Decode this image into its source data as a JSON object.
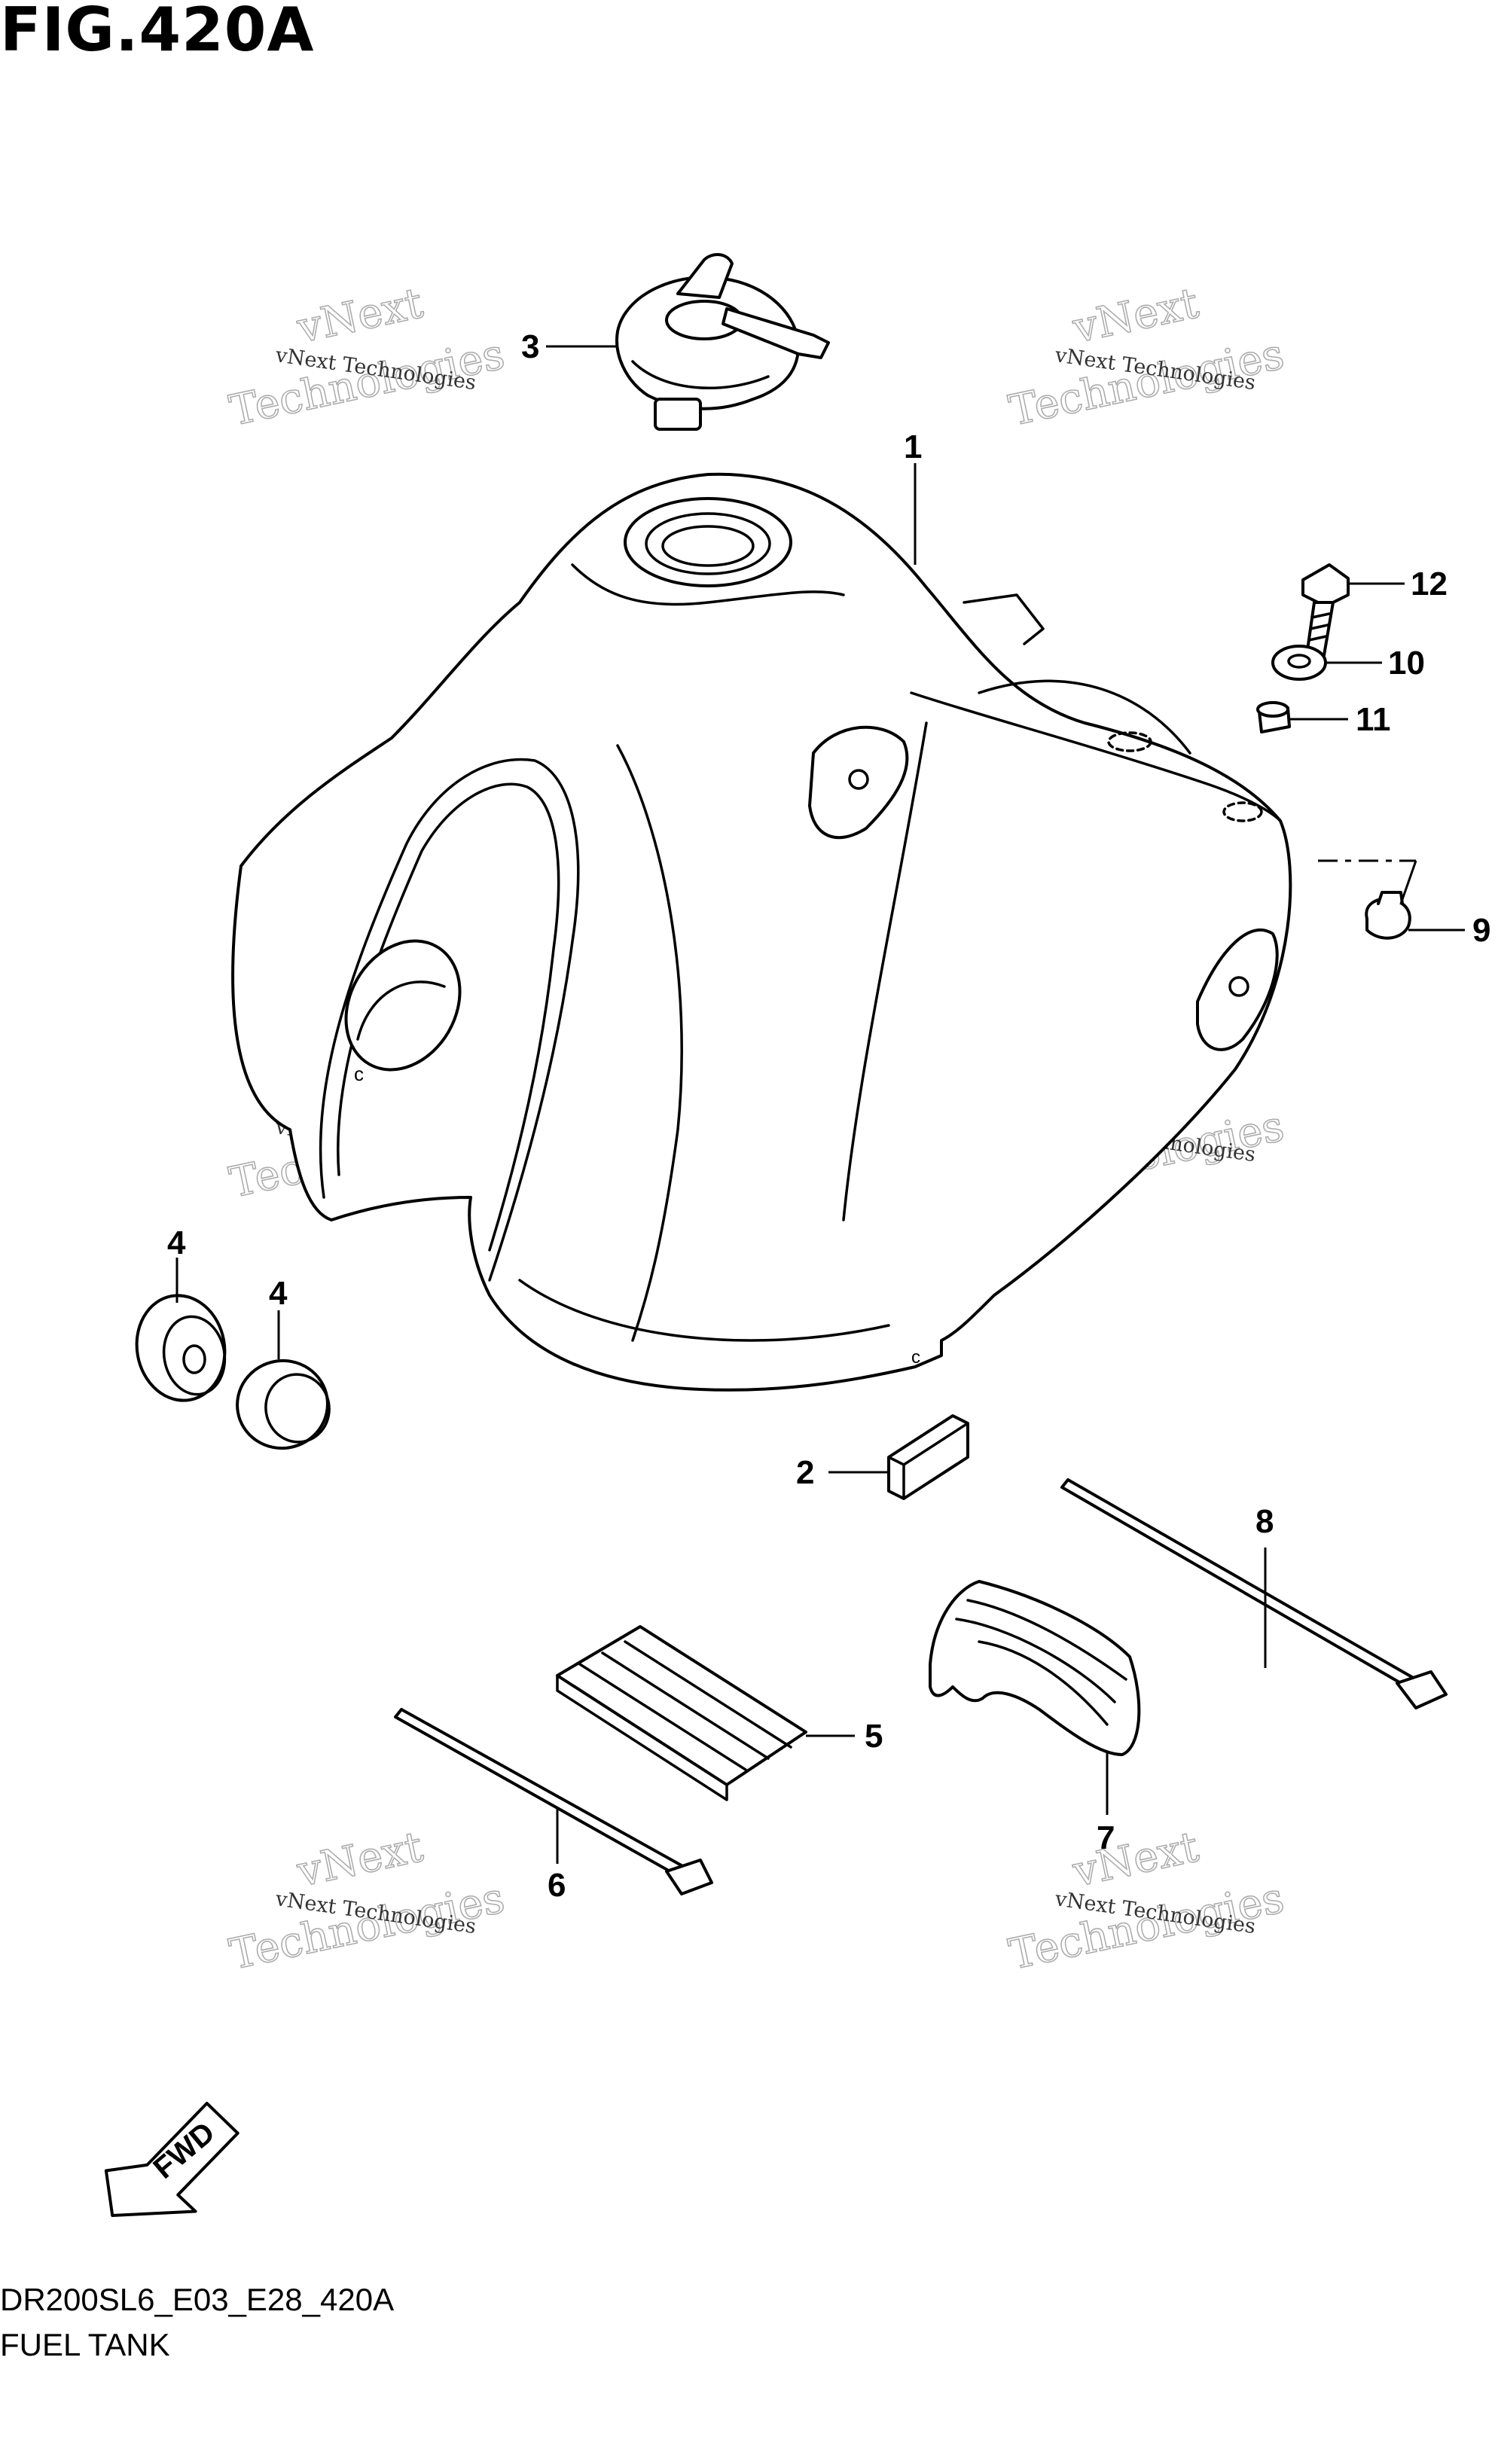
{
  "figure": {
    "title": "FIG.420A",
    "code": "DR200SL6_E03_E28_420A",
    "description": "FUEL TANK",
    "fwd_label": "FWD"
  },
  "watermark": {
    "line1": "vNext Technologies",
    "line2": "vNext",
    "line3": "Technologies"
  },
  "callouts": [
    {
      "id": "c1",
      "label": "1"
    },
    {
      "id": "c2",
      "label": "2"
    },
    {
      "id": "c3",
      "label": "3"
    },
    {
      "id": "c4a",
      "label": "4"
    },
    {
      "id": "c4b",
      "label": "4"
    },
    {
      "id": "c5",
      "label": "5"
    },
    {
      "id": "c6",
      "label": "6"
    },
    {
      "id": "c7",
      "label": "7"
    },
    {
      "id": "c8",
      "label": "8"
    },
    {
      "id": "c9",
      "label": "9"
    },
    {
      "id": "c10",
      "label": "10"
    },
    {
      "id": "c11",
      "label": "11"
    },
    {
      "id": "c12",
      "label": "12"
    }
  ],
  "parts": [
    {
      "callout": "1",
      "icon": "fuel-tank-icon"
    },
    {
      "callout": "2",
      "icon": "clip-icon"
    },
    {
      "callout": "3",
      "icon": "fuel-cap-with-key-icon"
    },
    {
      "callout": "4",
      "icon": "cushion-icon"
    },
    {
      "callout": "5",
      "icon": "pad-icon"
    },
    {
      "callout": "6",
      "icon": "cable-tie-icon"
    },
    {
      "callout": "7",
      "icon": "cushion-block-icon"
    },
    {
      "callout": "8",
      "icon": "cable-tie-icon"
    },
    {
      "callout": "9",
      "icon": "grommet-icon"
    },
    {
      "callout": "10",
      "icon": "washer-icon"
    },
    {
      "callout": "11",
      "icon": "collar-icon"
    },
    {
      "callout": "12",
      "icon": "bolt-icon"
    }
  ]
}
